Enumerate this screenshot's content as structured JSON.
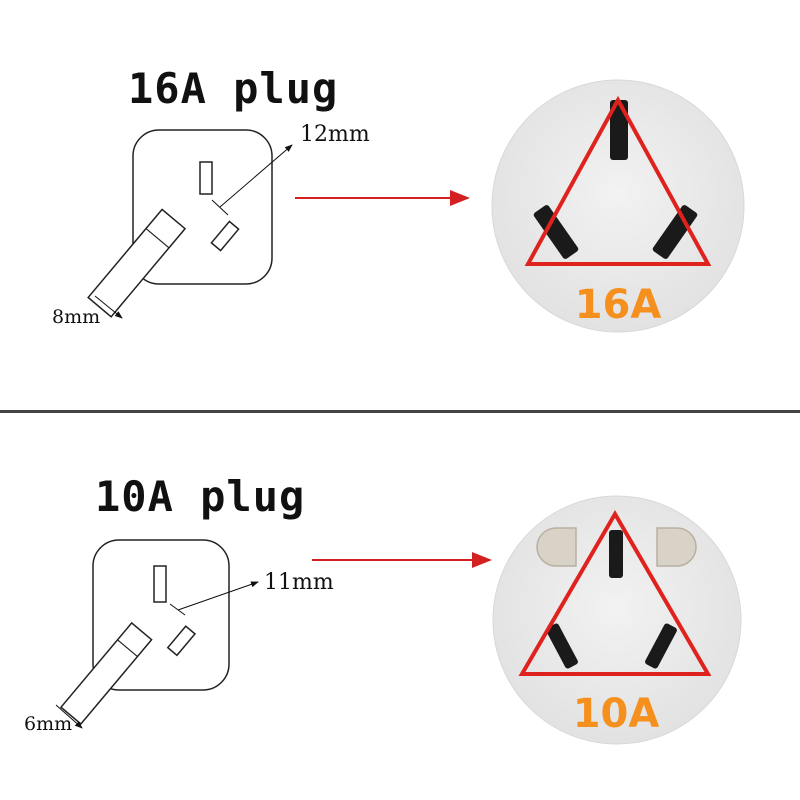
{
  "top": {
    "title": "16A plug",
    "pin_spacing_label": "12mm",
    "pin_width_label": "8mm",
    "socket_rating": "16A"
  },
  "bottom": {
    "title": "10A plug",
    "pin_spacing_label": "11mm",
    "pin_width_label": "6mm",
    "socket_rating": "10A"
  },
  "colors": {
    "arrow": "#d42020",
    "triangle": "#e0221e",
    "rating_text": "#f5901e",
    "socket_face": "#ececec"
  }
}
